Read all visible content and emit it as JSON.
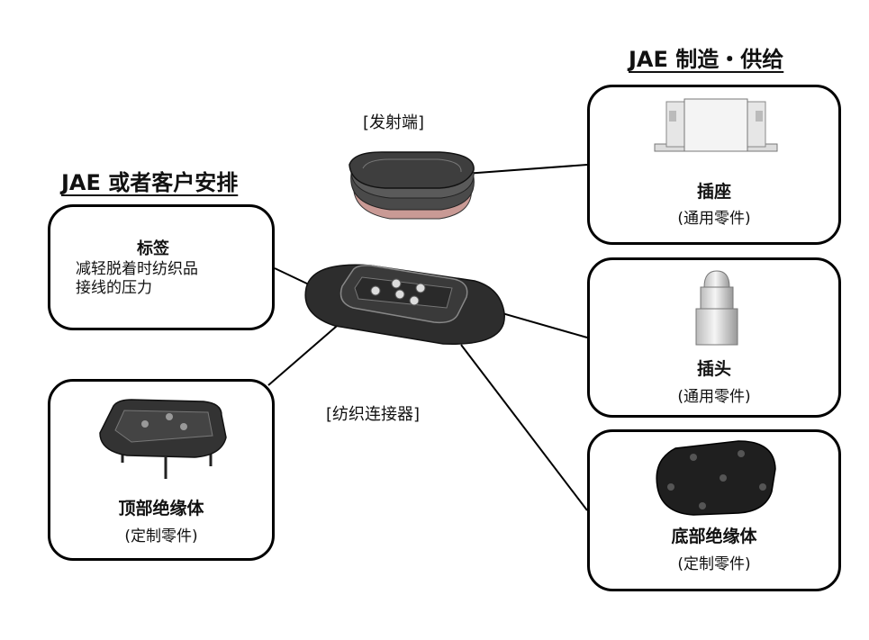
{
  "headings": {
    "supplier": "JAE 制造・供给",
    "customer": "JAE 或者客户安排"
  },
  "captions": {
    "transmitter": "[发射端]",
    "connector": "[纺织连接器]"
  },
  "label_box": {
    "title": "标签",
    "desc_line1": "减轻脱着时纺织品",
    "desc_line2": "接线的压力"
  },
  "parts": {
    "socket": {
      "title": "插座",
      "sub": "(通用零件)"
    },
    "plug": {
      "title": "插头",
      "sub": "(通用零件)"
    },
    "top_insulator": {
      "title": "顶部绝缘体",
      "sub": "(定制零件)"
    },
    "bottom_insulator": {
      "title": "底部绝缘体",
      "sub": "(定制零件)"
    }
  }
}
